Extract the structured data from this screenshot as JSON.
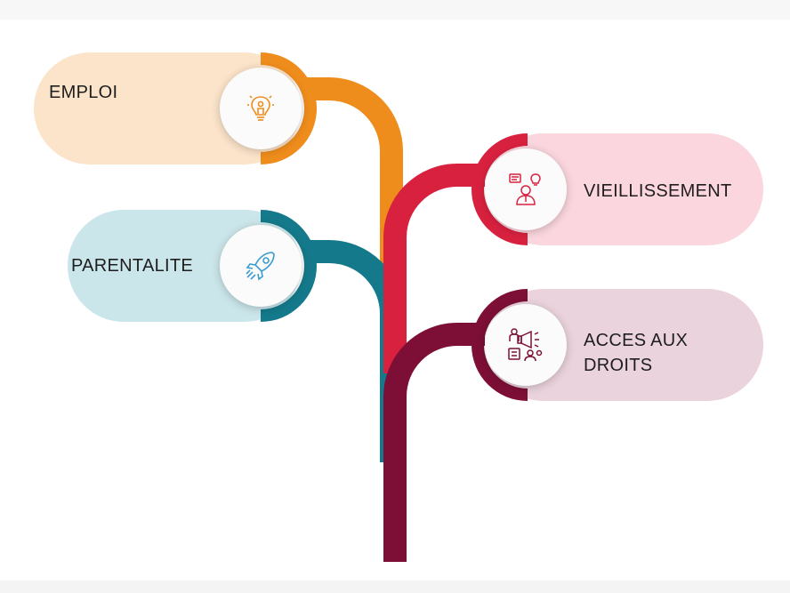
{
  "branches": [
    {
      "id": "emploi",
      "label_lines": [
        "EMPLOI"
      ],
      "icon": "lightbulb-idea-icon",
      "color": "#ee8c1c",
      "bg": "#fce4ca"
    },
    {
      "id": "vieillissement",
      "label_lines": [
        "VIEILLISSEMENT"
      ],
      "icon": "elderly-person-ideas-icon",
      "color": "#d8213f",
      "bg": "#fbd6de"
    },
    {
      "id": "parentalite",
      "label_lines": [
        "PARENTALITE"
      ],
      "icon": "rocket-icon",
      "color": "#14798a",
      "bg": "#cbe6ea"
    },
    {
      "id": "acces-aux-droits",
      "label_lines": [
        "ACCES AUX",
        "DROITS"
      ],
      "icon": "megaphone-people-icon",
      "color": "#7d0f36",
      "bg": "#ead3dc"
    }
  ]
}
